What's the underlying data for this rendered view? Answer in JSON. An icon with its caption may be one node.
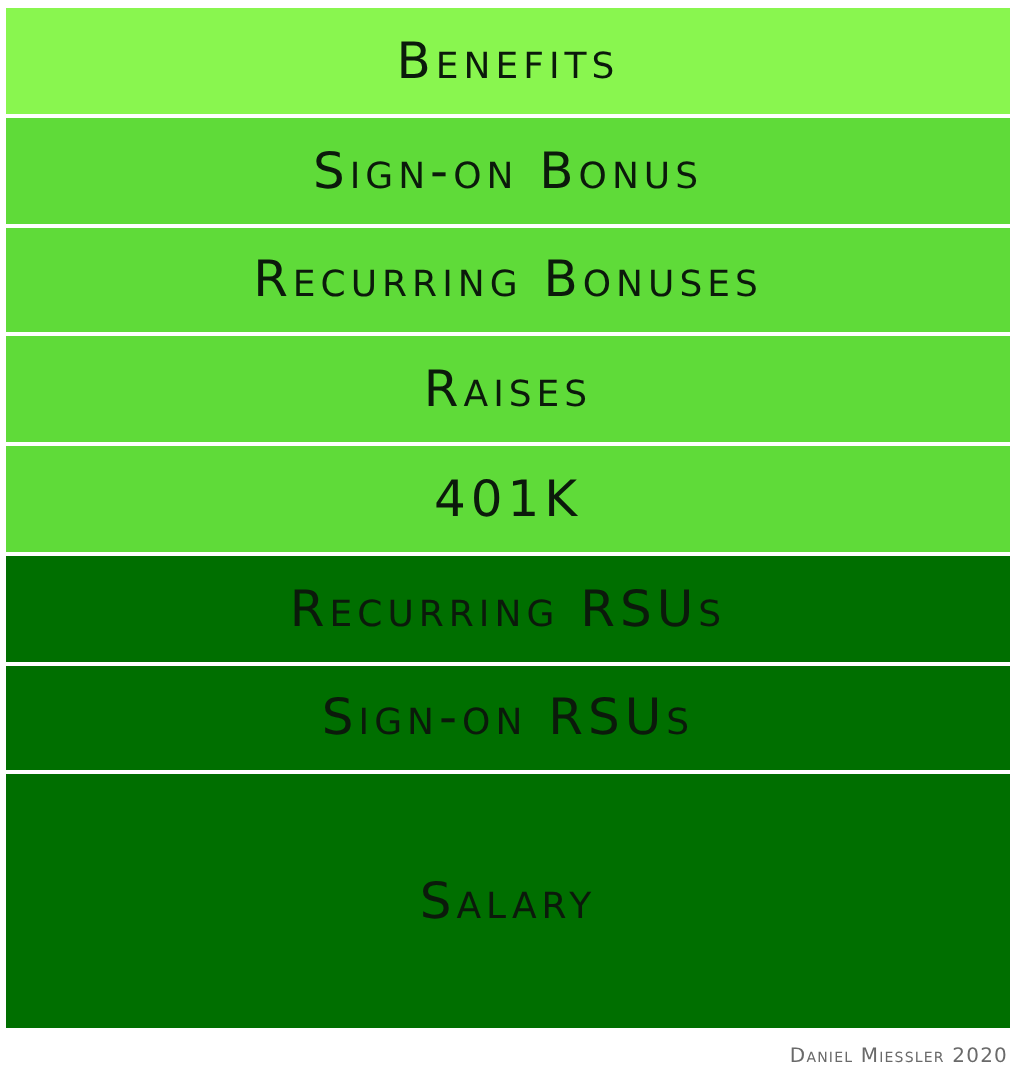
{
  "diagram": {
    "nodes": [
      {
        "text": [
          "Benefits"
        ]
      },
      {
        "text": [
          "Sign-on Bonus"
        ]
      },
      {
        "text": [
          "Recurring Bonuses"
        ]
      },
      {
        "text": [
          "Raises"
        ]
      },
      {
        "text": [
          "401K"
        ]
      },
      {
        "text": [
          "Recurring RSUs"
        ]
      },
      {
        "text": [
          "Sign-on RSUs"
        ]
      },
      {
        "text": [
          "Salary"
        ]
      }
    ],
    "labels": [
      "Daniel Miessler 2020"
    ]
  }
}
